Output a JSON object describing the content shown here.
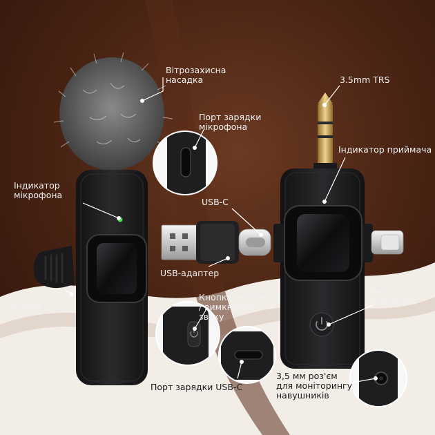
{
  "labels": {
    "windscreen": "Вітрозахисна насадка",
    "mic_charge_port": "Порт зарядки мікрофона",
    "mic_indicator": "Індикатор мікрофона",
    "usb_c": "USB-C",
    "usb_adapter": "USB-адаптер",
    "clip": "Кліпса",
    "power_mute_button": "Кнопка живлення / вимкнення звуку",
    "usb_c_charge_port": "Порт зарядки USB-C",
    "trs": "3.5mm TRS",
    "receiver_indicator": "Індикатор приймача",
    "power_button": "Кнопка живлення",
    "headphone_jack": "3,5 мм роз'єм для моніторингу навушників"
  },
  "colors": {
    "background_dark": "#3a1a0c",
    "background_light": "#f3ede8",
    "device_body": "#1c1c1e",
    "indicator_led": "#3fe04a",
    "callout_line": "#ffffff",
    "connector_gold": "#d9b36a"
  },
  "icons": {
    "power": "power-icon",
    "lightning": "lightning-connector-icon"
  }
}
